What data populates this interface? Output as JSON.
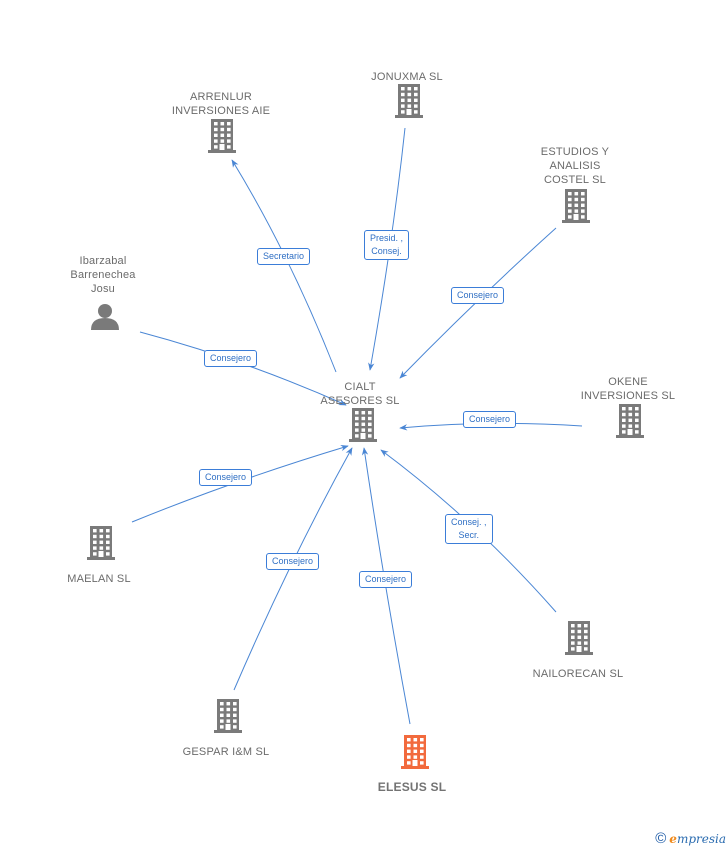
{
  "colors": {
    "edge": "#4a86d4",
    "building": "#7a7a7a",
    "building_highlight": "#f26a3d",
    "person": "#7a7a7a",
    "badge_border": "#3b7dd8",
    "badge_text": "#2f6fc4",
    "label": "#6b6b6b"
  },
  "center": {
    "id": "center",
    "label": "CIALT\nASESORES SL",
    "icon": "building-icon"
  },
  "nodes": [
    {
      "id": "arrenlur",
      "label": "ARRENLUR\nINVERSIONES AIE",
      "icon": "building-icon",
      "role": "Secretario",
      "highlight": false
    },
    {
      "id": "jonuxma",
      "label": "JONUXMA SL",
      "icon": "building-icon",
      "role": "Presid. ,\nConsej.",
      "highlight": false
    },
    {
      "id": "estudios",
      "label": "ESTUDIOS Y\nANALISIS\nCOSTEL SL",
      "icon": "building-icon",
      "role": "Consejero",
      "highlight": false
    },
    {
      "id": "ibarzabal",
      "label": "Ibarzabal\nBarrenechea\nJosu",
      "icon": "person-icon",
      "role": "Consejero",
      "highlight": false
    },
    {
      "id": "okene",
      "label": "OKENE\nINVERSIONES SL",
      "icon": "building-icon",
      "role": "Consejero",
      "highlight": false
    },
    {
      "id": "maelan",
      "label": "MAELAN SL",
      "icon": "building-icon",
      "role": "Consejero",
      "highlight": false
    },
    {
      "id": "nailorecan",
      "label": "NAILORECAN SL",
      "icon": "building-icon",
      "role": "Consej. ,\nSecr.",
      "highlight": false
    },
    {
      "id": "gespar",
      "label": "GESPAR I&M SL",
      "icon": "building-icon",
      "role": "Consejero",
      "highlight": false
    },
    {
      "id": "elesus",
      "label": "ELESUS SL",
      "icon": "building-icon",
      "role": "Consejero",
      "highlight": true
    }
  ],
  "footer": {
    "copyright": "©",
    "brand_initial": "e",
    "brand_rest": "mpresia"
  }
}
